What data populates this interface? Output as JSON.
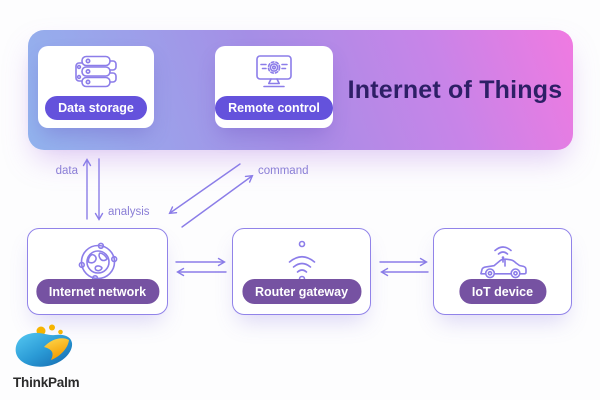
{
  "colors": {
    "banner_gradient_start": "#92b4ee",
    "banner_gradient_mid": "#a58ee6",
    "banner_gradient_end": "#f07ae1",
    "banner_pill_bg": "#6452dc",
    "node_pill_bg": "#7652a2",
    "title_color": "#2d1f66",
    "arrow_color": "#8b7de8",
    "icon_color": "#8c7de9",
    "node_border": "#9183e9",
    "label_color": "#8a7ed6"
  },
  "banner": {
    "title": "Internet of Things",
    "cards": [
      {
        "label": "Data storage",
        "icon": "server-stack-icon"
      },
      {
        "label": "Remote control",
        "icon": "monitor-gear-icon"
      }
    ]
  },
  "flow_labels": {
    "data": "data",
    "analysis": "analysis",
    "command": "command"
  },
  "nodes": [
    {
      "label": "Internet network",
      "icon": "globe-network-icon"
    },
    {
      "label": "Router gateway",
      "icon": "wifi-signal-icon"
    },
    {
      "label": "IoT device",
      "icon": "connected-car-icon"
    }
  ],
  "logo": {
    "text": "ThinkPalm"
  }
}
